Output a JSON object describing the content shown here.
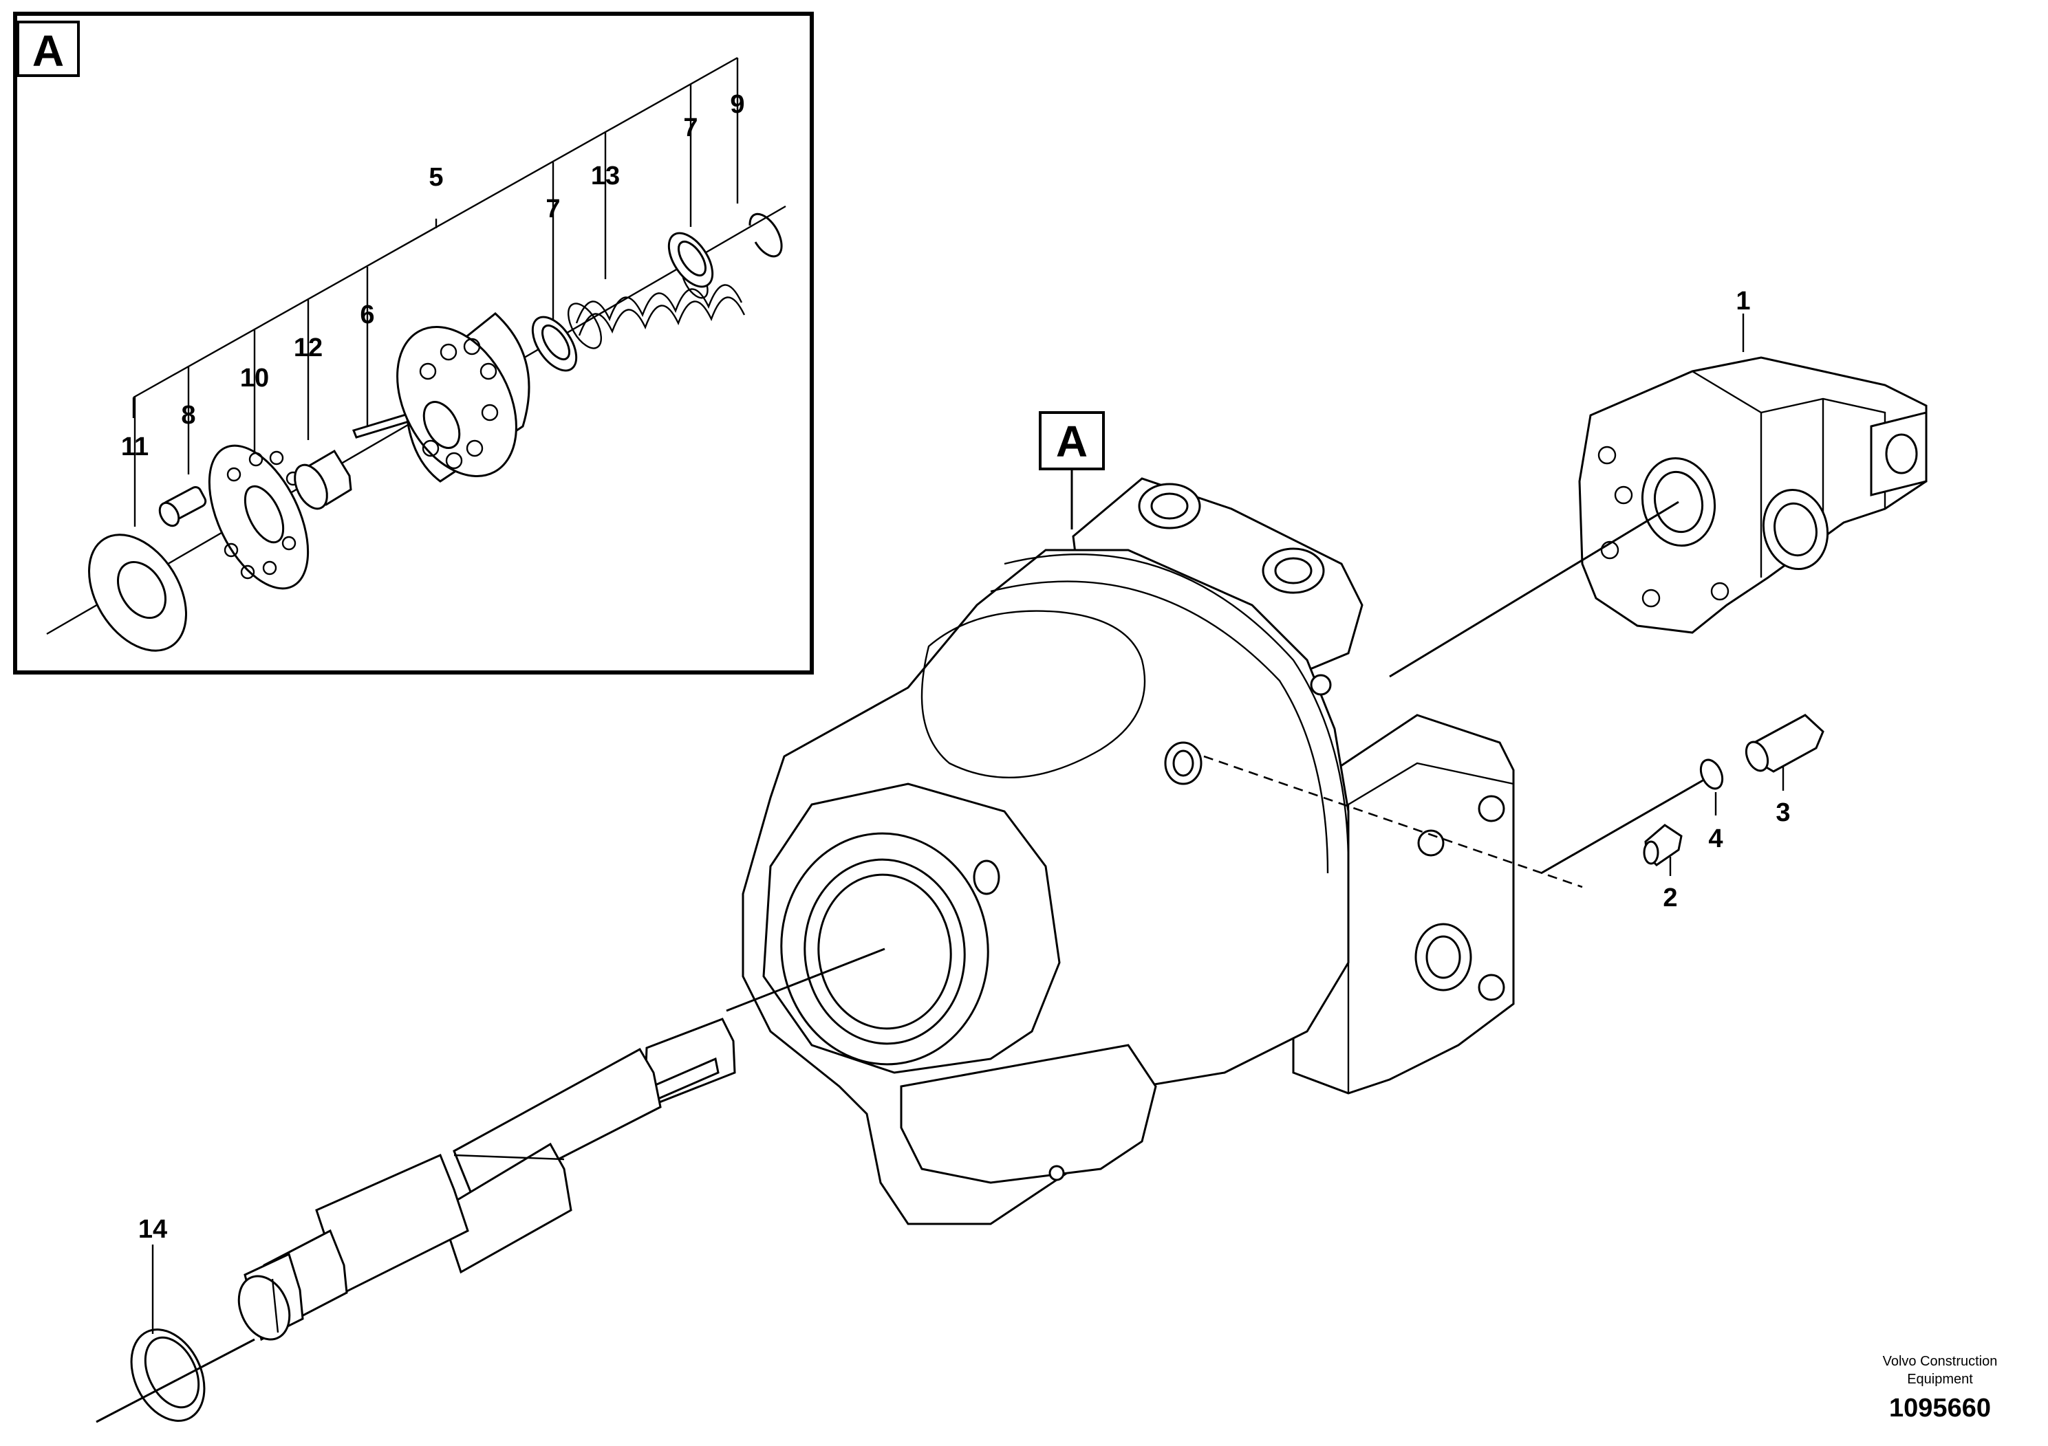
{
  "detail_box": {
    "label": "A"
  },
  "main_marker": {
    "label": "A"
  },
  "callouts": {
    "c1": "1",
    "c2": "2",
    "c3": "3",
    "c4": "4",
    "c5": "5",
    "c6": "6",
    "c7a": "7",
    "c7b": "7",
    "c8": "8",
    "c9": "9",
    "c10": "10",
    "c11": "11",
    "c12": "12",
    "c13": "13",
    "c14": "14"
  },
  "footer": {
    "company_line1": "Volvo Construction",
    "company_line2": "Equipment",
    "drawing_number": "1095660"
  }
}
